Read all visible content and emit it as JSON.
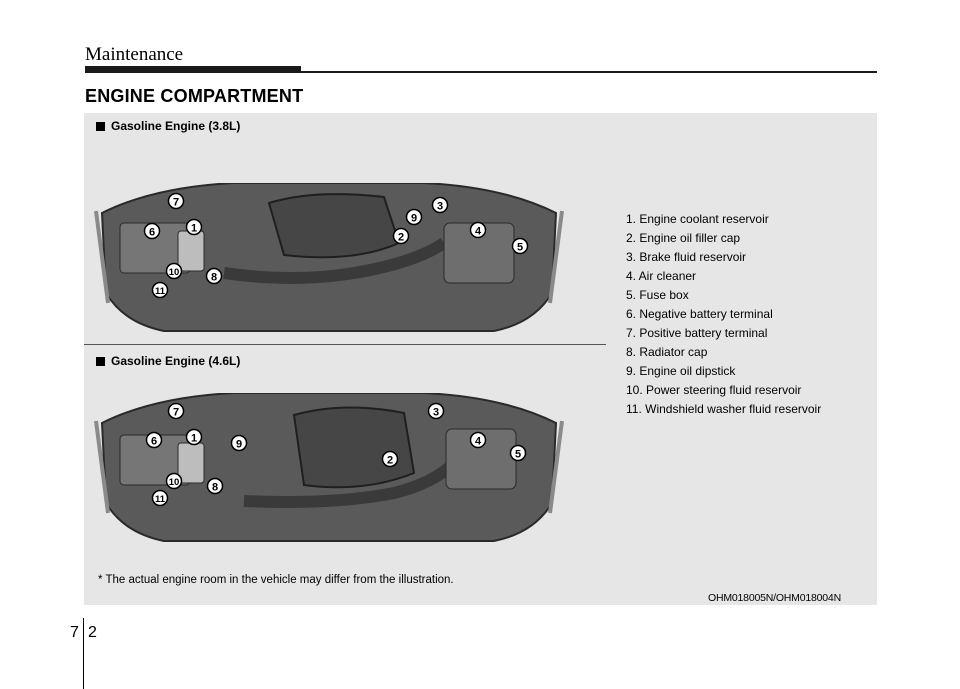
{
  "header": {
    "title": "Maintenance"
  },
  "section_title": "ENGINE COMPARTMENT",
  "engines": [
    {
      "heading": "Gasoline Engine (3.8L)"
    },
    {
      "heading": "Gasoline Engine (4.6L)"
    }
  ],
  "legend": [
    "1. Engine coolant reservoir",
    "2. Engine oil filler cap",
    "3. Brake fluid reservoir",
    "4. Air cleaner",
    "5. Fuse box",
    "6. Negative battery terminal",
    "7. Positive battery terminal",
    "8. Radiator cap",
    "9. Engine oil dipstick",
    "10. Power steering fluid reservoir",
    "11. Windshield washer fluid reservoir"
  ],
  "engine1_callouts": [
    "7",
    "6",
    "1",
    "10",
    "8",
    "11",
    "9",
    "3",
    "2",
    "4",
    "5"
  ],
  "engine2_callouts": [
    "7",
    "6",
    "1",
    "9",
    "10",
    "8",
    "11",
    "3",
    "2",
    "4",
    "5"
  ],
  "footnote": "* The actual engine room in the vehicle may differ from the illustration.",
  "image_code": "OHM018005N/OHM018004N",
  "page": {
    "chapter": "7",
    "number": "2"
  },
  "colors": {
    "panel": "#e6e6e6",
    "engine_body": "#5a5a5a",
    "callout_fill": "#ffffff"
  }
}
